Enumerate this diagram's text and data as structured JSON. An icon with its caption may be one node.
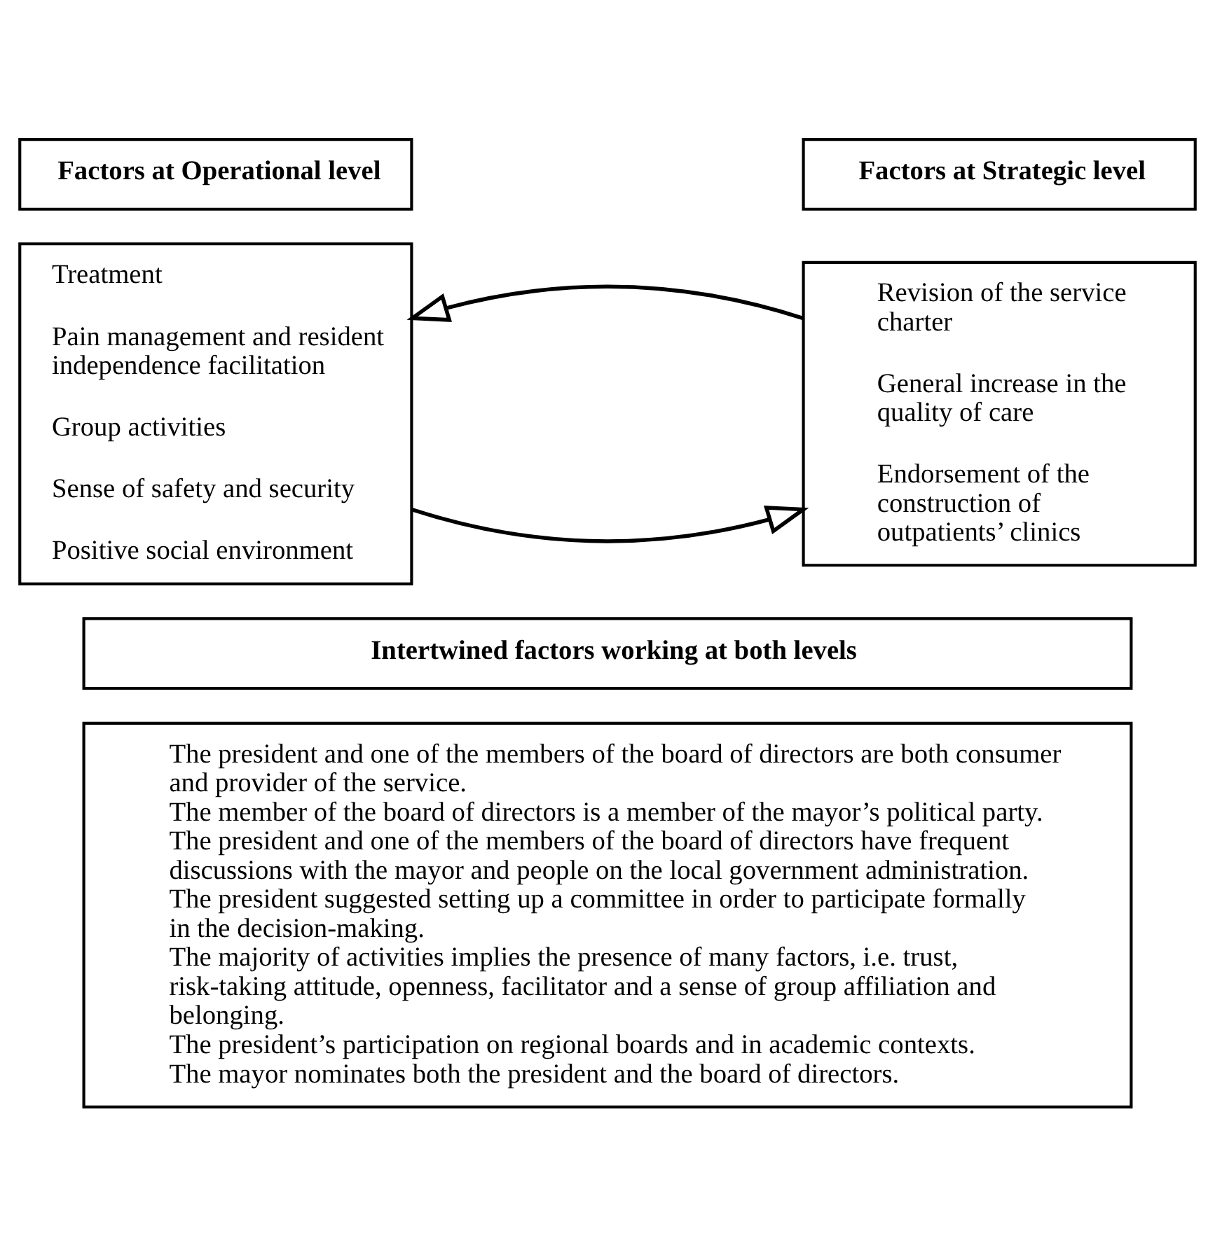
{
  "diagram": {
    "nodes": [
      {
        "text": [
          "Factors at Operational level"
        ]
      },
      {
        "text": [
          "Treatment",
          "Pain management and resident independence facilitation",
          "Group activities",
          "Sense of safety and security",
          "Positive social environment"
        ]
      },
      {
        "text": [
          "Factors at Strategic level"
        ]
      },
      {
        "text": [
          "Revision of the service charter",
          "General increase in the quality of care",
          "Endorsement of the construction of outpatients’ clinics"
        ]
      },
      {
        "text": [
          "Intertwined factors working at both levels"
        ]
      },
      {
        "text": [
          "The president and one of the members of the board of directors are both consumer and provider of the service.",
          "The member of the board of directors is a member of the mayor’s political party.",
          "The president and one of the members of the board of directors have frequent discussions with the mayor and people on the local government administration.",
          "The president suggested setting up a committee in order to participate formally in the decision-making.",
          "The majority of activities implies the presence of many factors, i.e. trust, risk-taking attitude, openness, facilitator and a sense of group affiliation and belonging.",
          "The president’s participation on regional boards and in academic contexts.",
          "The mayor nominates both the president and the board of directors."
        ]
      }
    ],
    "edges": [
      {
        "from": 1,
        "to": 3,
        "arrow": "to"
      },
      {
        "from": 3,
        "to": 1,
        "arrow": "to"
      }
    ]
  }
}
